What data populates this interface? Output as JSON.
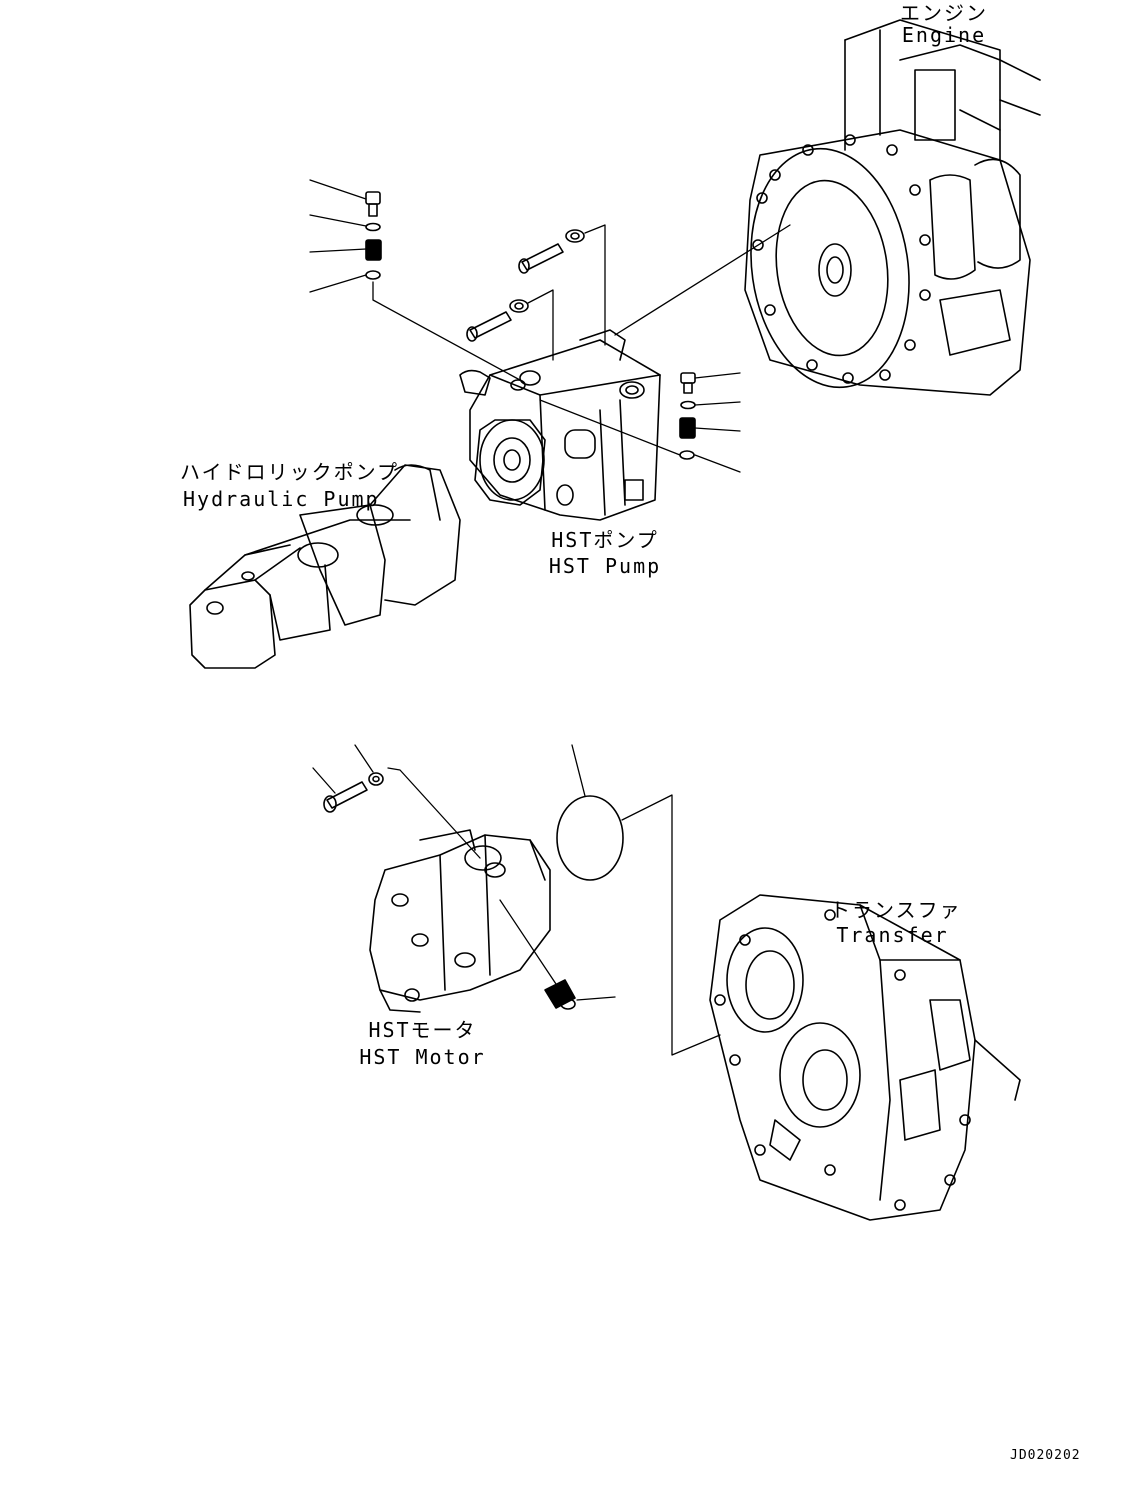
{
  "labels": {
    "engine_ja": "エンジン",
    "engine_en": "Engine",
    "hydraulic_pump_ja": "ハイドロリックポンプ",
    "hydraulic_pump_en": "Hydraulic Pump",
    "hst_pump_ja": "HSTポンプ",
    "hst_pump_en": "HST Pump",
    "hst_motor_ja": "HSTモータ",
    "hst_motor_en": "HST Motor",
    "transfer_ja": "トランスファ",
    "transfer_en": "Transfer"
  },
  "document_id": "JD020202",
  "colors": {
    "line": "#000000",
    "background": "#ffffff"
  }
}
